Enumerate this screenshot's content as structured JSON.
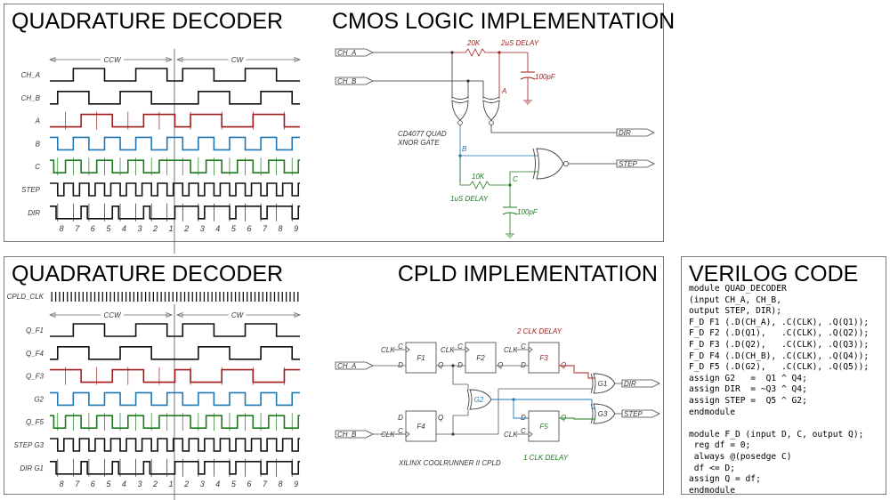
{
  "colors": {
    "black": "#111111",
    "red": "#a01c1c",
    "blue": "#1e78b4",
    "green": "#1e7a1e",
    "gray": "#555555",
    "border": "#7a7a7a"
  },
  "top_left": {
    "title": "QUADRATURE DECODER",
    "direction_labels": {
      "ccw": "CCW",
      "cw": "CW"
    },
    "signals": [
      {
        "name": "CH_A",
        "color": "black"
      },
      {
        "name": "CH_B",
        "color": "black"
      },
      {
        "name": "A",
        "color": "red"
      },
      {
        "name": "B",
        "color": "blue"
      },
      {
        "name": "C",
        "color": "green"
      },
      {
        "name": "STEP",
        "color": "black"
      },
      {
        "name": "DIR",
        "color": "black"
      }
    ],
    "step_numbers": [
      "8",
      "7",
      "6",
      "5",
      "4",
      "3",
      "2",
      "1",
      "2",
      "3",
      "4",
      "5",
      "6",
      "7",
      "8",
      "9"
    ]
  },
  "top_right": {
    "title": "CMOS LOGIC IMPLEMENTATION",
    "ports": {
      "ch_a": "CH_A",
      "ch_b": "CH_B",
      "dir": "DIR",
      "step": "STEP"
    },
    "resistor1": "20K",
    "delay1": "2uS DELAY",
    "cap1": "100pF",
    "node_a": "A",
    "node_b": "B",
    "node_c": "C",
    "ic_label_1": "CD4077 QUAD",
    "ic_label_2": "XNOR GATE",
    "resistor2": "10K",
    "delay2": "1uS DELAY",
    "cap2": "100pF"
  },
  "bottom_left": {
    "title": "QUADRATURE DECODER",
    "clock_label": "CPLD_CLK",
    "direction_labels": {
      "ccw": "CCW",
      "cw": "CW"
    },
    "signals": [
      {
        "name": "Q_F1",
        "color": "black"
      },
      {
        "name": "Q_F4",
        "color": "black"
      },
      {
        "name": "Q_F3",
        "color": "red"
      },
      {
        "name": "G2",
        "color": "blue"
      },
      {
        "name": "Q_F5",
        "color": "green"
      },
      {
        "name": "STEP  G3",
        "color": "black"
      },
      {
        "name": "DIR  G1",
        "color": "black"
      }
    ],
    "step_numbers": [
      "8",
      "7",
      "6",
      "5",
      "4",
      "3",
      "2",
      "1",
      "2",
      "3",
      "4",
      "5",
      "6",
      "7",
      "8",
      "9"
    ]
  },
  "bottom_mid": {
    "title": "CPLD IMPLEMENTATION",
    "delay2": "2 CLK DELAY",
    "delay1": "1 CLK DELAY",
    "chip_label": "XILINX COOLRUNNER II CPLD",
    "ports": {
      "ch_a": "CH_A",
      "ch_b": "CH_B",
      "dir": "DIR",
      "step": "STEP"
    },
    "flipflops": [
      "F1",
      "F2",
      "F3",
      "F4",
      "F5"
    ],
    "gates": [
      "G1",
      "G2",
      "G3"
    ],
    "pin_clk": "CLK",
    "pin_c": "C",
    "pin_d": "D",
    "pin_q": "Q"
  },
  "verilog": {
    "title": "VERILOG CODE",
    "code": "module QUAD_DECODER\n(input CH_A, CH_B,\noutput STEP, DIR);\nF_D F1 (.D(CH_A), .C(CLK), .Q(Q1));\nF_D F2 (.D(Q1),   .C(CLK), .Q(Q2));\nF_D F3 (.D(Q2),   .C(CLK), .Q(Q3));\nF_D F4 (.D(CH_B), .C(CLK), .Q(Q4));\nF_D F5 (.D(G2),   .C(CLK), .Q(Q5));\nassign G2   =  Q1 ^ Q4;\nassign DIR  = ~Q3 ^ Q4;\nassign STEP =  Q5 ^ G2;\nendmodule\n\nmodule F_D (input D, C, output Q);\n reg df = 0;\n always @(posedge C)\n df <= D;\nassign Q = df;\nendmodule"
  }
}
